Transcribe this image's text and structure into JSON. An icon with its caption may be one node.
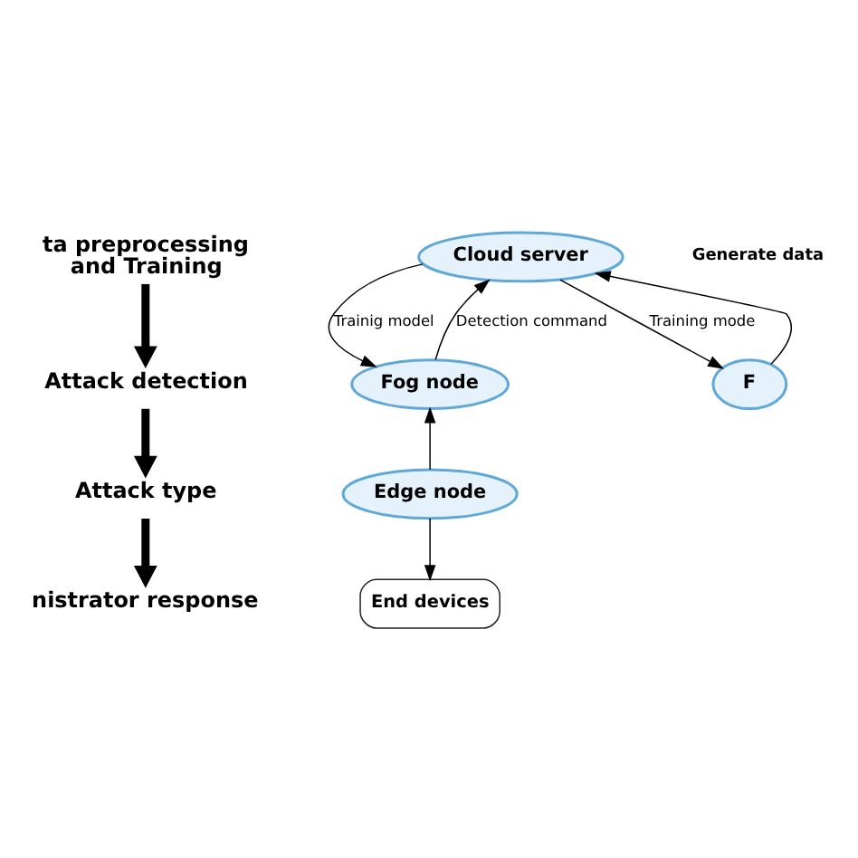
{
  "diagram": {
    "nodes": [
      {
        "text": [
          "ta preprocessing",
          "and Training"
        ]
      },
      {
        "text": [
          "Attack detection"
        ]
      },
      {
        "text": [
          "Attack type"
        ]
      },
      {
        "text": [
          "nistrator response"
        ]
      },
      {
        "text": [
          "Cloud server"
        ]
      },
      {
        "text": [
          "Fog node"
        ]
      },
      {
        "text": [
          "F"
        ]
      },
      {
        "text": [
          "Edge node"
        ]
      },
      {
        "text": [
          "End devices"
        ]
      }
    ],
    "edges": [
      {
        "from": 0,
        "to": 1,
        "arrow": "to",
        "style": "thick"
      },
      {
        "from": 1,
        "to": 2,
        "arrow": "to",
        "style": "thick"
      },
      {
        "from": 2,
        "to": 3,
        "arrow": "to",
        "style": "thick"
      },
      {
        "from": 5,
        "to": 4,
        "arrow": "to",
        "label": "Detection command"
      },
      {
        "from": 4,
        "to": 5,
        "arrow": "to",
        "label": "Trainig model"
      },
      {
        "from": 6,
        "to": 4,
        "arrow": "to"
      },
      {
        "from": 4,
        "to": 6,
        "arrow": "to",
        "label": "Training mode"
      },
      {
        "from": 7,
        "to": 5,
        "arrow": "to"
      },
      {
        "from": 7,
        "to": 8,
        "arrow": "to"
      }
    ],
    "labels": [
      "Generate data"
    ]
  }
}
